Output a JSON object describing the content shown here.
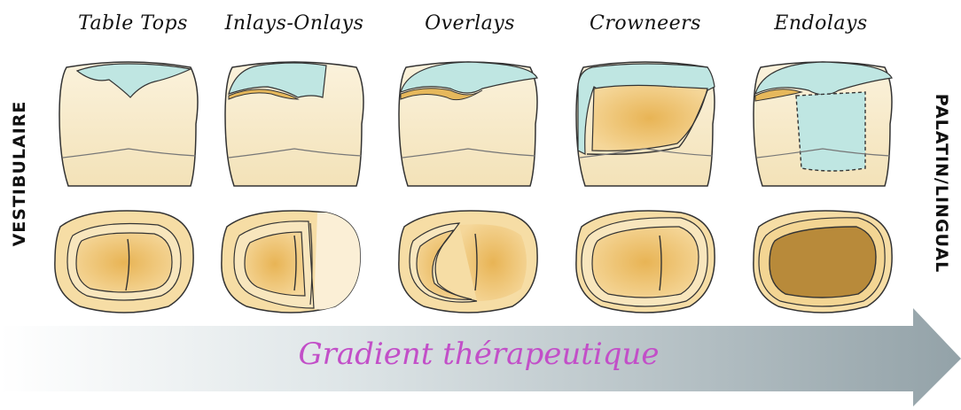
{
  "columns": [
    {
      "title": "Table Tops"
    },
    {
      "title": "Inlays-Onlays"
    },
    {
      "title": "Overlays"
    },
    {
      "title": "Crowneers"
    },
    {
      "title": "Endolays"
    }
  ],
  "left_label": "VESTIBULAIRE",
  "right_label": "PALATIN/LINGUAL",
  "arrow_label": "Gradient thérapeutique",
  "colors": {
    "tooth_fill": "#f9eccb",
    "restoration_blue": "#bfe6e2",
    "inlay_gold": "#e6b85c",
    "endo_dark": "#b88a3a",
    "arrow_label": "#c24fc8"
  }
}
